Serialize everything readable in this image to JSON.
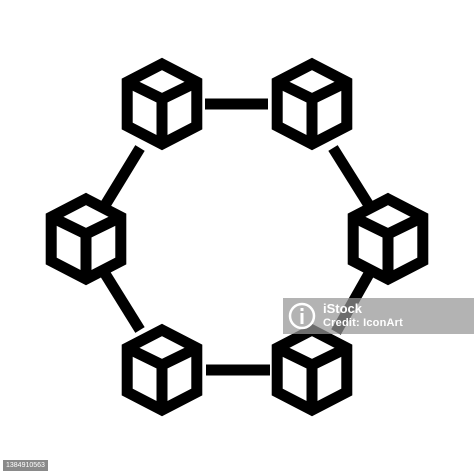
{
  "illustration": {
    "icon": "blockchain-network-icon",
    "stroke_color": "#000000",
    "background": "#ffffff",
    "node_icon": "cube-icon",
    "node_count": 6
  },
  "watermark": {
    "line1": "iStock",
    "line2": "Credit: IconArt",
    "logo_icon": "istock-logo-icon"
  },
  "image_id": "1384910563"
}
